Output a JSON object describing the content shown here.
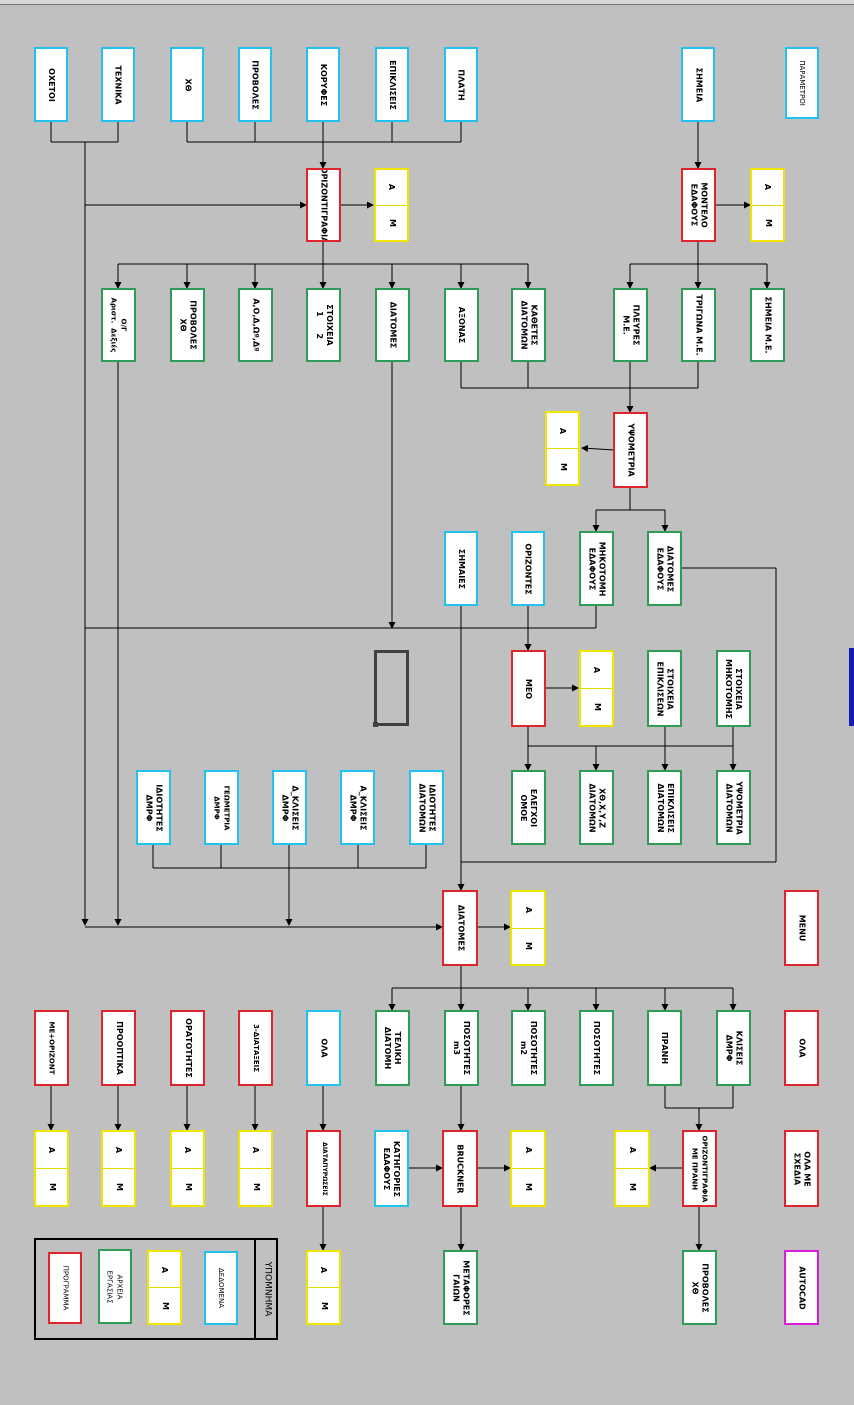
{
  "diagram": {
    "nodes": {
      "oxetoi": "ΟΧΕΤΟΙ",
      "texnika": "ΤΕΧΝΙΚΑ",
      "xth": "ΧΘ",
      "provoles": "ΠΡΟΒΟΛΕΣ",
      "koryfes": "ΚΟΡΥΦΕΣ",
      "epikliseis": "ΕΠΙΚΛΙΣΕΙΣ",
      "plati": "ΠΛΑΤΗ",
      "simeia": "ΣΗΜΕΙΑ",
      "parametroi": "ΠΑΡΑΜΕΤΡΟΙ",
      "orizontiografia": "ΟΡΙΖΟΝΤΙΓΡΑΦΙΑ",
      "montelo": "ΜΟΝΤΕΛΟ\nΕΔΑΦΟΥΣ",
      "og_arist": "Ο/Γ\nΑριστ.  Δεξιές",
      "provoles_xth": "ΠΡΟΒΟΛΕΣ\nΧΘ",
      "aodq": "Α,Ο,Δ,Ωº,Δº",
      "stoixeia12": "ΣΤΟΙΧΕΙΑ\n1      2",
      "diatomes_mid": "ΔΙΑΤΟΜΕΣ",
      "axonas": "ΑΞΟΝΑΣ",
      "kathetes": "ΚΑΘΕΤΕΣ\nΔΙΑΤΟΜΩΝ",
      "plevres_me": "ΠΛΕΥΡΕΣ\nΜ.Ε.",
      "trigona_me": "ΤΡΙΓΩΝΑ Μ.Ε.",
      "simeia_me": "ΣΗΜΕΙΑ Μ.Ε.",
      "ypsometria": "ΥΨΟΜΕΤΡΙΑ",
      "simaies": "ΣΗΜΑΙΕΣ",
      "orizontes": "ΟΡΙΖΟΝΤΕΣ",
      "mikotomi_edafous": "ΜΗΚΟΤΟΜΗ\nΕΔΑΦΟΥΣ",
      "diatomes_edafous": "ΔΙΑΤΟΜΕΣ\nΕΔΑΦΟΥΣ",
      "meo": "ΜΕΟ",
      "stoixeia_epiklisewn": "ΣΤΟΙΧΕΙΑ\nΕΠΙΚΛΙΣΕΩΝ",
      "stoixeia_mikotomis": "ΣΤΟΙΧΕΙΑ\nΜΗΚΟΤΟΜΗΣ",
      "idiotites_dmrf": "ΙΔΙΟΤΗΤΕΣ\nΔΜΡΦ",
      "geometria_dmrf": "ΓΕΩΜΕΤΡΙΑ\nΔΜΡΦ",
      "d_kliseis": "Δ_ΚΛΙΣΕΙΣ\nΔΜΡΦ",
      "a_kliseis": "Α_ΚΛΙΣΕΙΣ\nΔΜΡΦ",
      "idiotites_diatomwn": "ΙΔΙΟΤΗΤΕΣ\nΔΙΑΤΟΜΩΝ",
      "elegxoi_omoe": "ΕΛΕΓΧΟΙ\nΟΜΟΕ",
      "xthxyz": "ΧΘ,Χ,Υ,Ζ\nΔΙΑΤΟΜΩΝ",
      "epikliseis_diatomwn": "ΕΠΙΚΛΙΣΕΙΣ\nΔΙΑΤΟΜΩΝ",
      "ypsometria_diatomwn": "ΥΨΟΜΕΤΡΙΑ\nΔΙΑΤΟΜΩΝ",
      "diatomes_main": "ΔΙΑΤΟΜΕΣ",
      "menu": "MENU",
      "teliki_diatomi": "ΤΕΛΙΚΗ\nΔΙΑΤΟΜΗ",
      "posotites_m3": "ΠΟΣΟΤΗΤΕΣ\nm3",
      "posotites_m2": "ΠΟΣΟΤΗΤΕΣ\nm2",
      "posotites": "ΠΟΣΟΤΗΤΕΣ",
      "pranh": "ΠΡΑΝΗ",
      "kliseis_dmrf": "ΚΛΙΣΕΙΣ\nΔΜΡΦ",
      "ola_red": "ΟΛΑ",
      "me_orizont": "ΜΕ+ΟΡΙΖΟΝΤ",
      "prooptika": "ΠΡΟΟΠΤΙΚΑ",
      "oratotites": "ΟΡΑΤΟΤΗΤΕΣ",
      "tridiatakseis": "3-ΔΙΑΤΑΞΕΙΣ",
      "ola_blue": "ΟΛΑ",
      "diatapyroseis": "ΔΙΑΤΑΠΥΡΩΣΕΙΣ",
      "katigories": "ΚΑΤΗΓΟΡΙΕΣ\nΕΔΑΦΟΥΣ",
      "bruckner": "BRUCKNER",
      "orizontiografia_pranh": "ΟΡΙΖΟΝΤΙΓΡΑΦΙΑ\nΜΕ ΠΡΑΝΗ",
      "ola_me_sxedia": "ΟΛΑ ΜΕ\nΣΧΕΔΙΑ",
      "metafores": "ΜΕΤΑΦΟΡΕΣ\nΓΑΙΩΝ",
      "provoles_xth2": "ΠΡΟΒΟΛΕΣ\nΧΘ",
      "autocad": "AUTOCAD"
    },
    "am_labels": {
      "top": "Α",
      "bottom": "Μ"
    },
    "legend": {
      "title": "ΥΠΟΜΝΗΜΑ",
      "program": "ΠΡΟΓΡΑΜΜΑ",
      "work_files": "ΑΡΧΕΙΑ\nΕΡΓΑΣΙΑΣ",
      "data": "ΔΕΔΟΜΕΝΑ"
    }
  },
  "colors": {
    "background": "#c0c0c0",
    "data_border": "#22c1ee",
    "work_file_border": "#2e9b57",
    "program_border": "#e0242d",
    "am_border": "#f0e400",
    "autocad_border": "#d81cd8"
  }
}
